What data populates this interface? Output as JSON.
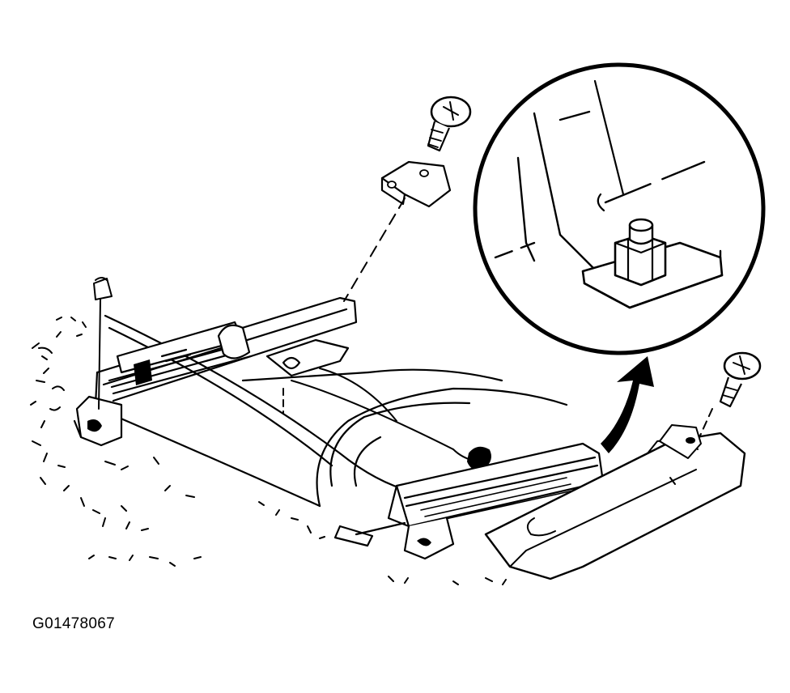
{
  "figure": {
    "id_label": "G01478067",
    "ink_color": "#000000",
    "paper_color": "#ffffff",
    "parts": [
      "seat-cushion-frame",
      "seat-adjuster-track",
      "recliner-cable",
      "bracket",
      "screw",
      "nut",
      "bolt-stud",
      "trim-cover",
      "detail-magnifier",
      "direction-arrow"
    ]
  }
}
